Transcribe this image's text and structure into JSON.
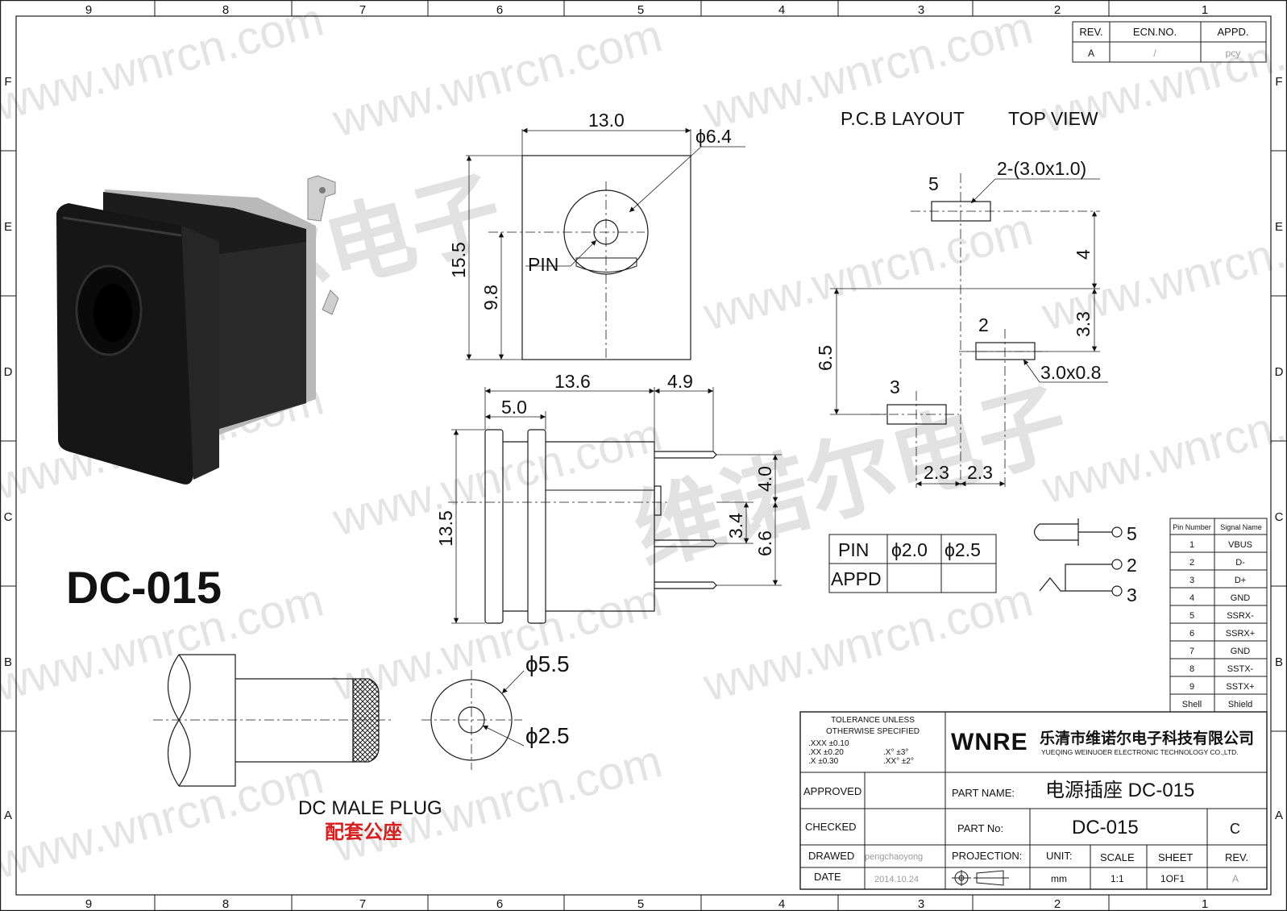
{
  "border": {
    "columns": [
      "9",
      "8",
      "7",
      "6",
      "5",
      "4",
      "3",
      "2",
      "1"
    ],
    "rows": [
      "F",
      "E",
      "D",
      "C",
      "B",
      "A"
    ]
  },
  "watermark": {
    "url_text": "www.wnrcn.com",
    "chinese_text": "维诺尔电子",
    "chinese_partial": "尔电子"
  },
  "revision_table": {
    "headers": [
      "REV.",
      "ECN.NO.",
      "APPD."
    ],
    "row": [
      "A",
      "/",
      "pcy"
    ]
  },
  "model_label": "DC-015",
  "front_view": {
    "width": "13.0",
    "hole_dia": "ϕ6.4",
    "height": "15.5",
    "pin_height": "9.8",
    "pin_label": "PIN"
  },
  "side_view": {
    "length": "13.6",
    "tab": "4.9",
    "flange": "5.0",
    "height": "13.5",
    "pin_space_a": "4.0",
    "pin_space_b": "3.4",
    "pin_space_c": "6.6"
  },
  "pcb_layout": {
    "title": "P.C.B LAYOUT",
    "view": "TOP VIEW",
    "slot_top": "2-(3.0x1.0)",
    "slot_mid": "3.0x0.8",
    "pin_5": "5",
    "pin_2": "2",
    "pin_3": "3",
    "dim_4": "4",
    "dim_3_3": "3.3",
    "dim_6_5": "6.5",
    "dim_2_3a": "2.3",
    "dim_2_3b": "2.3"
  },
  "pin_table": {
    "row1": [
      "PIN",
      "ϕ2.0",
      "ϕ2.5"
    ],
    "row2": [
      "APPD",
      "",
      ""
    ]
  },
  "schematic": {
    "labels": [
      "5",
      "2",
      "3"
    ]
  },
  "signal_table": {
    "headers": [
      "Pin Number",
      "Signal Name"
    ],
    "rows": [
      [
        "1",
        "VBUS"
      ],
      [
        "2",
        "D-"
      ],
      [
        "3",
        "D+"
      ],
      [
        "4",
        "GND"
      ],
      [
        "5",
        "SSRX-"
      ],
      [
        "6",
        "SSRX+"
      ],
      [
        "7",
        "GND"
      ],
      [
        "8",
        "SSTX-"
      ],
      [
        "9",
        "SSTX+"
      ],
      [
        "Shell",
        "Shield"
      ]
    ]
  },
  "plug": {
    "title": "DC MALE PLUG",
    "subtitle": "配套公座",
    "outer_dia": "ϕ5.5",
    "inner_dia": "ϕ2.5"
  },
  "title_block": {
    "tolerance_line1": "TOLERANCE UNLESS",
    "tolerance_line2": "OTHERWISE SPECIFIED",
    "tol_xxx": ".XXX ±0.10",
    "tol_xx": ".XX    ±0.20",
    "tol_x": ".X      ±0.30",
    "ang_x": ".X°     ±3°",
    "ang_xx": ".XX°   ±2°",
    "logo": "WNRE",
    "company_cn": "乐清市维诺尔电子科技有限公司",
    "company_en": "YUEQING WEINUOER ELECTRONIC TECHNOLOGY CO.,LTD.",
    "approved_label": "APPROVED",
    "checked_label": "CHECKED",
    "drawed_label": "DRAWED",
    "drawed_value": "pengchaoyong",
    "date_label": "DATE",
    "date_value": "2014.10.24",
    "part_name_label": "PART  NAME:",
    "part_name_value": "电源插座 DC-015",
    "part_no_label": "PART  No:",
    "part_no_value": "DC-015",
    "part_rev": "C",
    "projection_label": "PROJECTION:",
    "unit_label": "UNIT:",
    "unit_value": "mm",
    "scale_label": "SCALE",
    "scale_value": "1:1",
    "sheet_label": "SHEET",
    "sheet_value": "1OF1",
    "rev_label": "REV.",
    "rev_value": "A"
  },
  "colors": {
    "line": "#1a1a1a",
    "watermark": "#e3e3e3",
    "subtitle_red": "#d42020",
    "faint_text": "#9a9a9a"
  }
}
